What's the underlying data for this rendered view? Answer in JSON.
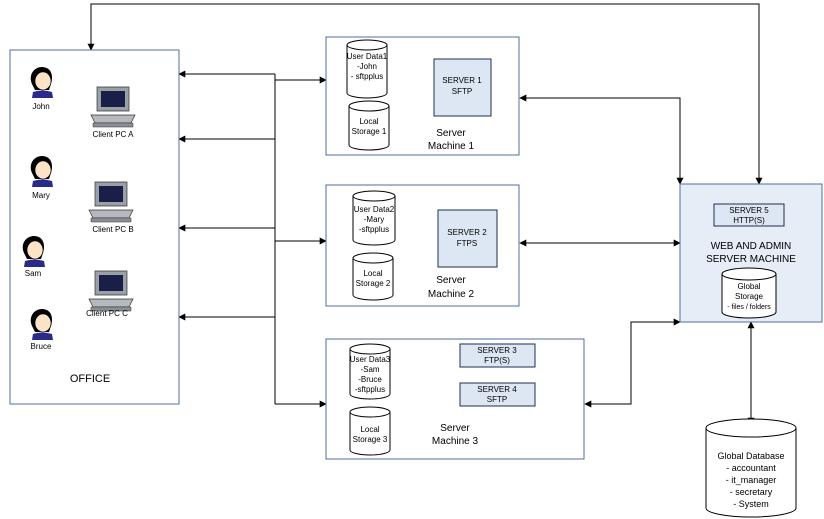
{
  "office": {
    "title": "OFFICE",
    "people": [
      {
        "name": "John"
      },
      {
        "name": "Mary"
      },
      {
        "name": "Sam"
      },
      {
        "name": "Bruce"
      }
    ],
    "clients": [
      {
        "name": "Client PC A"
      },
      {
        "name": "Client PC B"
      },
      {
        "name": "Client PC C"
      }
    ]
  },
  "machine1": {
    "title_line1": "Server",
    "title_line2": "Machine 1",
    "userdata": [
      "User Data1",
      "-John",
      "- sftpplus"
    ],
    "storage": [
      "Local",
      "Storage 1"
    ],
    "servers": [
      {
        "line1": "SERVER 1",
        "line2": "SFTP"
      }
    ]
  },
  "machine2": {
    "title_line1": "Server",
    "title_line2": "Machine 2",
    "userdata": [
      "User Data2",
      "-Mary",
      "-sftpplus"
    ],
    "storage": [
      "Local",
      "Storage 2"
    ],
    "servers": [
      {
        "line1": "SERVER 2",
        "line2": "FTPS"
      }
    ]
  },
  "machine3": {
    "title_line1": "Server",
    "title_line2": "Machine 3",
    "userdata": [
      "User Data3",
      "-Sam",
      "-Bruce",
      "-sftpplus"
    ],
    "storage": [
      "Local",
      "Storage 3"
    ],
    "servers": [
      {
        "line1": "SERVER 3",
        "line2": "FTP(S)"
      },
      {
        "line1": "SERVER 4",
        "line2": "SFTP"
      }
    ]
  },
  "web": {
    "server": {
      "line1": "SERVER 5",
      "line2": "HTTP(S)"
    },
    "title_line1": "WEB AND ADMIN",
    "title_line2": "SERVER MACHINE",
    "storage": [
      "Global",
      "Storage",
      "- files / folders"
    ]
  },
  "database": {
    "lines": [
      "Global Database",
      "- accountant",
      "- it_manager",
      "- secretary",
      "- System"
    ]
  }
}
